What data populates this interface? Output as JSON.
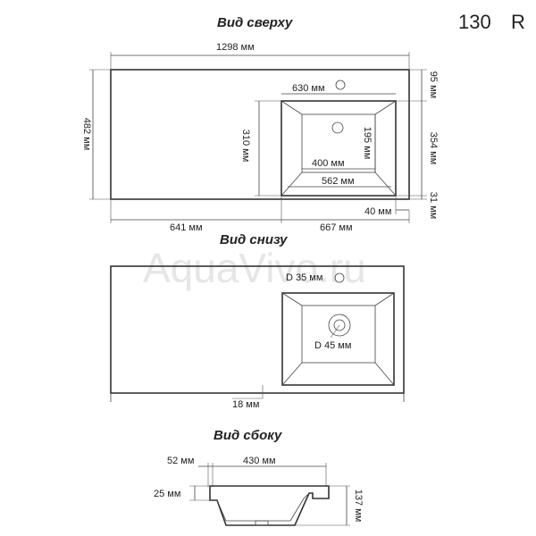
{
  "header": {
    "model": "130",
    "side": "R"
  },
  "watermark": "AquaVivo.ru",
  "top_view": {
    "title": "Вид сверху",
    "dims": {
      "total_width": "1298 мм",
      "depth": "482 мм",
      "bowl_width": "630 мм",
      "bowl_height": "310 мм",
      "inner_height": "195 мм",
      "inner_width": "400 мм",
      "bottom_width": "562 мм",
      "right_top": "95 мм",
      "right_middle": "354 мм",
      "right_bottom": "31 мм",
      "side_gap": "40 мм",
      "left_part": "641 мм",
      "right_part": "667 мм"
    }
  },
  "bottom_view": {
    "title": "Вид снизу",
    "dims": {
      "tap_hole": "D 35 мм",
      "drain_hole": "D 45 мм",
      "edge": "18 мм"
    }
  },
  "side_view": {
    "title": "Вид сбоку",
    "dims": {
      "rim": "52 мм",
      "bowl": "430 мм",
      "thickness": "25 мм",
      "height": "137 мм"
    }
  }
}
